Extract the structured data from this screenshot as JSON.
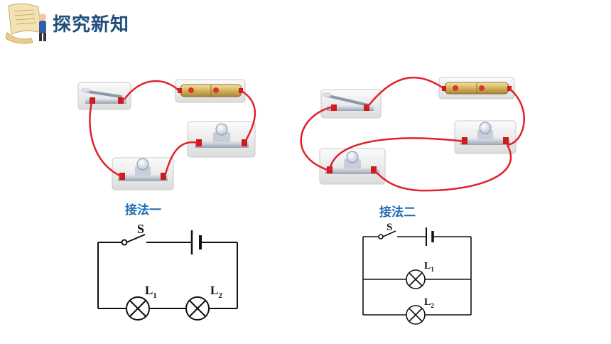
{
  "header": {
    "title": "探究新知",
    "icon": "scroll-reading-icon"
  },
  "method1": {
    "caption": "接法一",
    "switch_label": "S",
    "lamp1_label": "L",
    "lamp1_sub": "1",
    "lamp2_label": "L",
    "lamp2_sub": "2"
  },
  "method2": {
    "caption": "接法二",
    "switch_label": "S",
    "lamp1_label": "L",
    "lamp1_sub": "1",
    "lamp2_label": "L",
    "lamp2_sub": "2"
  },
  "colors": {
    "wire": "#e0212b",
    "title": "#1f4e79",
    "caption": "#1f6fb5",
    "terminal": "#cc1a1a"
  }
}
